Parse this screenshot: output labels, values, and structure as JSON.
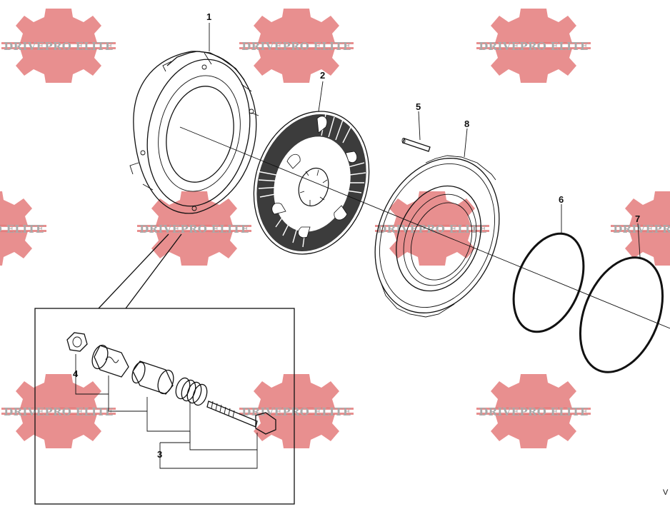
{
  "watermark": {
    "text": "DRIVEPRO ELITE",
    "gear_color": "#e06a6a",
    "text_color": "#a9a9a9",
    "icon": "gear-icon"
  },
  "callouts": [
    "1",
    "2",
    "3",
    "4",
    "5",
    "6",
    "7",
    "8"
  ],
  "corner_mark": "V"
}
